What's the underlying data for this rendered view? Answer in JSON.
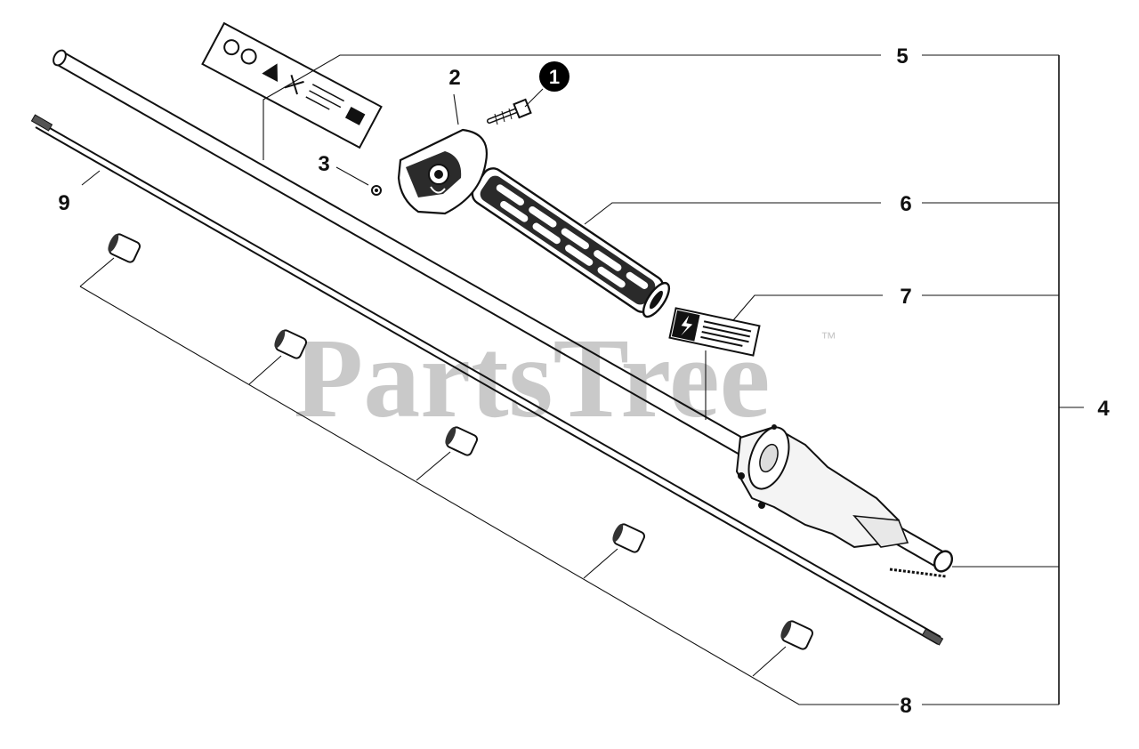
{
  "watermark": {
    "text": "PartsTree",
    "trademark": "™"
  },
  "callouts": {
    "c1": "1",
    "c2": "2",
    "c3": "3",
    "c4": "4",
    "c5": "5",
    "c6": "6",
    "c7": "7",
    "c8": "8",
    "c9": "9"
  },
  "colors": {
    "line": "#111111",
    "watermark": "#c9c9c9",
    "badge": "#000000"
  },
  "icons": [
    "warning-triangle",
    "lightning-warning"
  ]
}
